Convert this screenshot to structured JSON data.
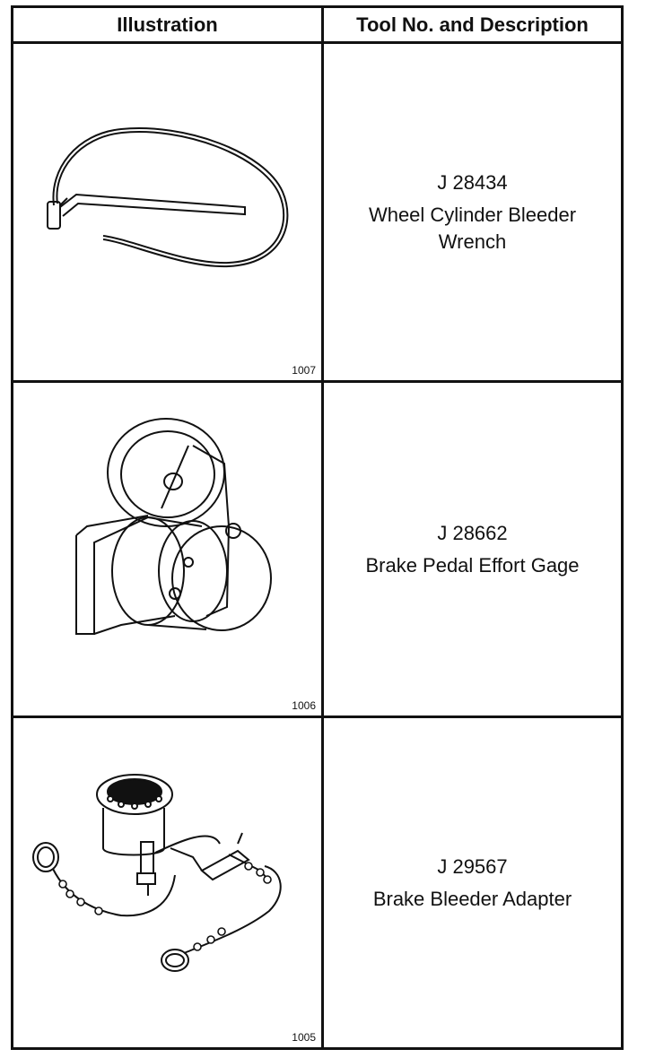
{
  "table": {
    "headers": {
      "illustration": "Illustration",
      "tool": "Tool No. and Description"
    },
    "rows": [
      {
        "figure": "1007",
        "tool_no": "J 28434",
        "description": [
          "Wheel Cylinder Bleeder",
          "Wrench"
        ],
        "icon": "bleeder-wrench-icon"
      },
      {
        "figure": "1006",
        "tool_no": "J  28662",
        "description": [
          "Brake Pedal Effort Gage"
        ],
        "icon": "pedal-effort-gage-icon"
      },
      {
        "figure": "1005",
        "tool_no": "J 29567",
        "description": [
          "Brake Bleeder Adapter"
        ],
        "icon": "bleeder-adapter-icon"
      }
    ]
  }
}
